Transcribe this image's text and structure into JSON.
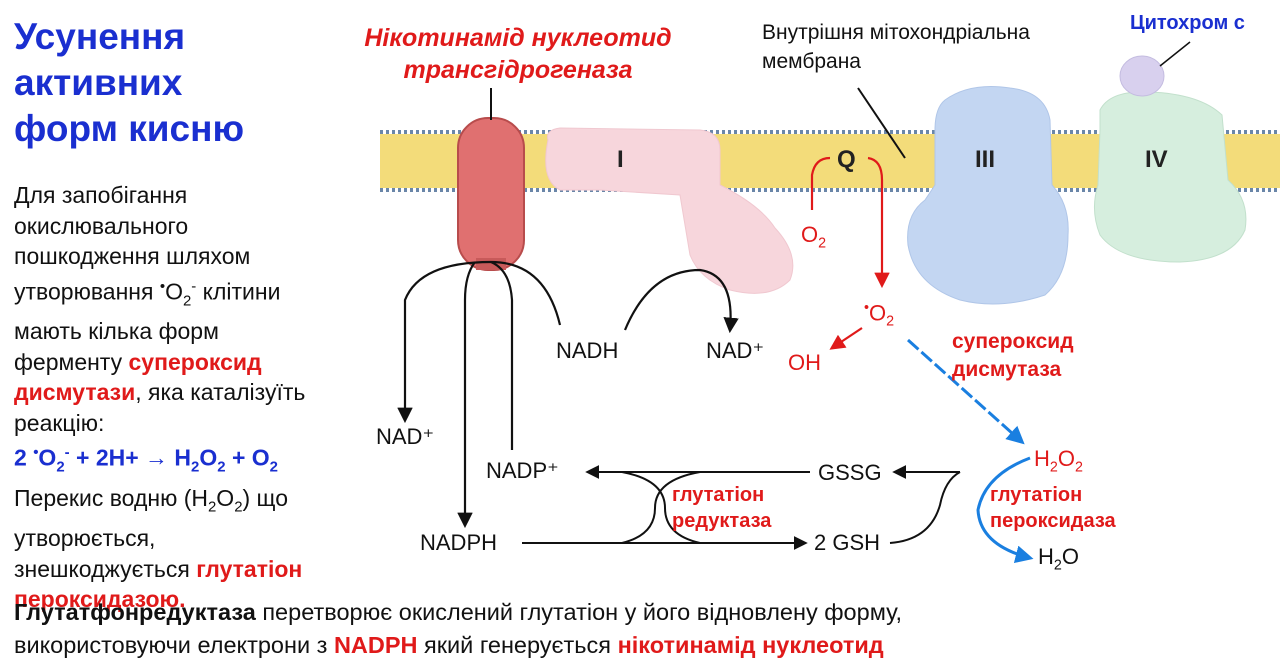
{
  "title_lines": [
    "Усунення",
    "активних",
    "форм кисню"
  ],
  "enzyme_title_lines": [
    "Нікотинамід нуклеотид",
    "трансгідрогеназа"
  ],
  "membrane_label_lines": [
    "Внутрішня мітохондріальна",
    "мембрана"
  ],
  "cytochrome_label": "Цитохром с",
  "complexes": {
    "c1": "I",
    "q": "Q",
    "c3": "III",
    "c4": "IV"
  },
  "labels": {
    "nadh": "NADH",
    "nad_plus_right": "NAD⁺",
    "nad_plus_left": "NAD⁺",
    "nadp_plus": "NADP⁺",
    "nadph": "NADPH",
    "gssg": "GSSG",
    "gsh": "2 GSH",
    "o2": "O",
    "o2_sub": "2",
    "superoxide_dot": "•",
    "superoxide": "O",
    "superoxide_sub": "2",
    "oh": "OH",
    "sod_lines": [
      "супероксид",
      "дисмутаза"
    ],
    "h2o2_a": "H",
    "h2o2_b": "2",
    "h2o2_c": "O",
    "h2o2_d": "2",
    "h2o_a": "H",
    "h2o_b": "2",
    "h2o_c": "O",
    "gr_lines": [
      "глутатіон",
      "редуктаза"
    ],
    "gpx_lines": [
      "глутатіон",
      "пероксидаза"
    ]
  },
  "left_text": {
    "l1": "Для запобігання",
    "l2": "окислювального",
    "l3": "пошкодження шляхом",
    "l4_a": "утворювання ",
    "l4_dot": "•",
    "l4_o": "O",
    "l4_sub": "2",
    "l4_sup": "-",
    "l4_b": " клітини",
    "l5": "мають кілька форм",
    "l6_a": "ферменту ",
    "l6_red": "супероксид",
    "l7_red": "дисмутази",
    "l7_b": ", яка каталізуїть",
    "l8": "реакцію:",
    "eq_a": "2 ",
    "eq_dot": "•",
    "eq_o": "O",
    "eq_sub": "2",
    "eq_sup": "-",
    "eq_b": " + 2H+ → H",
    "eq_sub2": "2",
    "eq_c": "O",
    "eq_sub3": "2",
    "eq_d": " + O",
    "eq_sub4": "2",
    "l10_a": "Перекис водню (H",
    "l10_sub": "2",
    "l10_b": "O",
    "l10_sub2": "2",
    "l10_c": ") що",
    "l11": "утворюється,",
    "l12_a": "знешкоджується ",
    "l12_red": "глутатіон",
    "l13_red": "пероксидазою."
  },
  "bottom_text": {
    "b1_bold": "Глутатфонредуктаза",
    "b1_rest": " перетворює окислений глутатіон у його відновлену форму,",
    "b2_a": "використовуючи електрони з ",
    "b2_red1": "NADPH",
    "b2_b": " який генерується ",
    "b2_red2": "нікотинамід нуклеотид"
  },
  "colors": {
    "title_blue": "#1a2fd0",
    "accent_red": "#e01a1a",
    "arrow_blue": "#1a7fe0",
    "membrane": "#f3dc7a"
  }
}
